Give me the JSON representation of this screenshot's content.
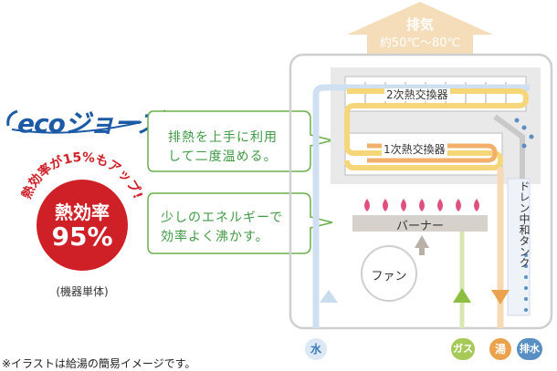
{
  "logo": {
    "text": "ecoジョーズ",
    "color": "#1c5aa6"
  },
  "badge": {
    "arc_text": "熱効率が15%もアップ!",
    "title": "熱効率",
    "value": "95%",
    "note": "(機器単体)",
    "color": "#cf2028"
  },
  "callouts": [
    {
      "lines": [
        "排熱を上手に利用",
        "して二度温める。"
      ],
      "color": "#3f9a45"
    },
    {
      "lines": [
        "少しのエネルギーで",
        "効率よく沸かす。"
      ],
      "color": "#3f9a45"
    }
  ],
  "diagram": {
    "exhaust": {
      "label": "排気",
      "temp": "約50℃～80℃"
    },
    "secondary_exchanger": "2次熱交換器",
    "primary_exchanger": "1次熱交換器",
    "burner": "バーナー",
    "fan": "ファン",
    "drain_tank": "ドレン中和タンク"
  },
  "ports": [
    {
      "label": "水",
      "color": "#3a78b5",
      "bg": "#dce9f5"
    },
    {
      "label": "ガス",
      "color": "#ffffff",
      "bg": "#a6c957"
    },
    {
      "label": "湯",
      "color": "#ffffff",
      "bg": "#eba24c"
    },
    {
      "label": "排水",
      "color": "#ffffff",
      "bg": "#5a8fc3"
    }
  ],
  "footnote": "※イラストは給湯の簡易イメージです。"
}
